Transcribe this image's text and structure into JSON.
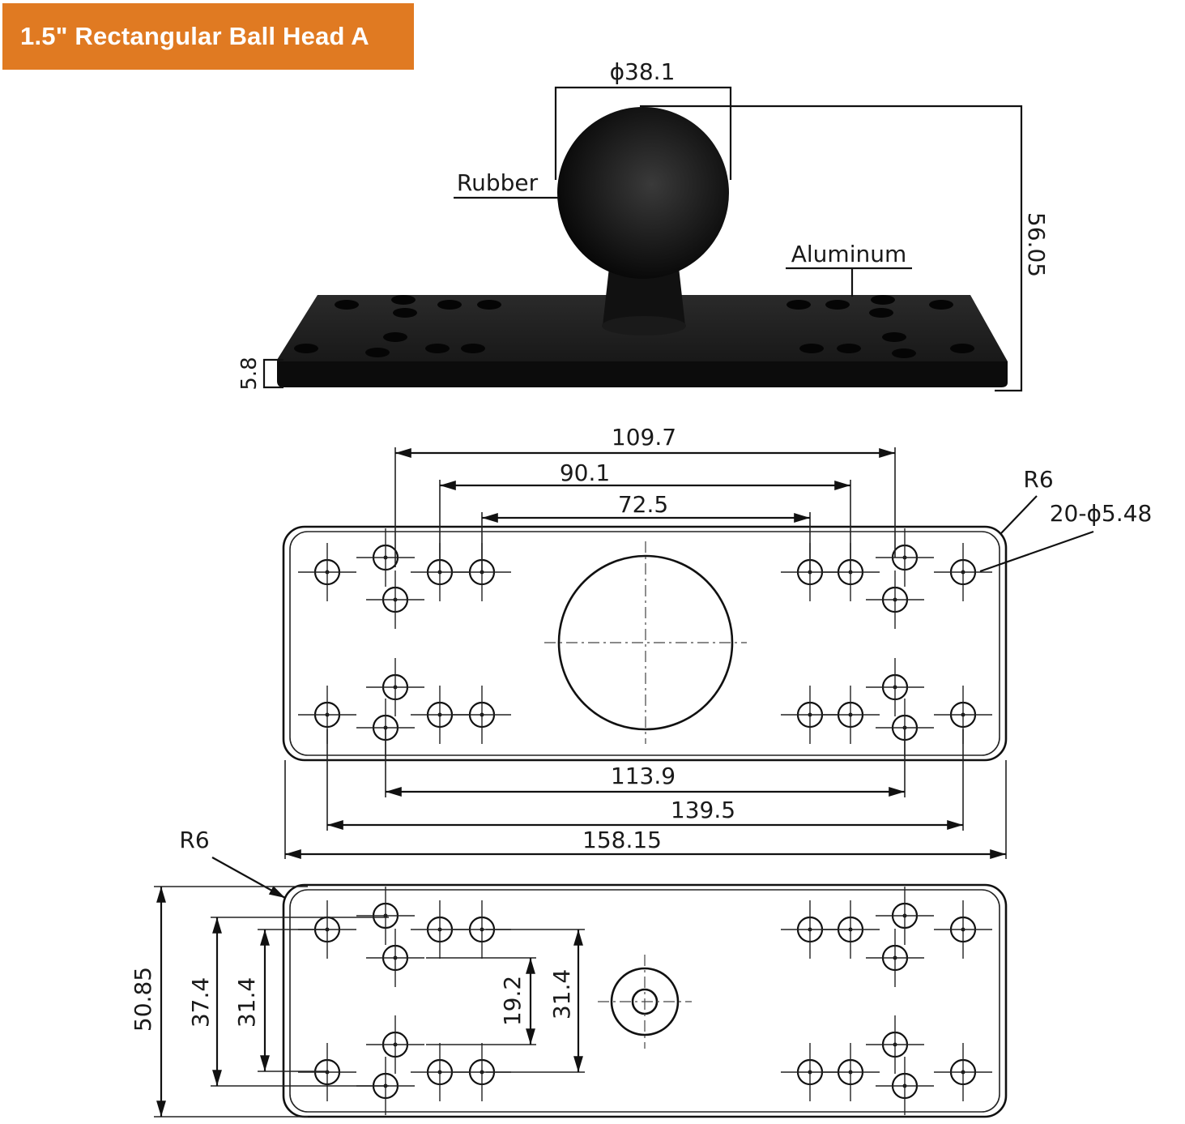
{
  "banner": {
    "title": "1.5\" Rectangular Ball Head A",
    "color": "#e07a22"
  },
  "photo": {
    "ball_diameter": "ϕ38.1",
    "height": "56.05",
    "thickness": "5.8",
    "material_ball": "Rubber",
    "material_plate": "Aluminum"
  },
  "top_view": {
    "dim_109_7": "109.7",
    "dim_90_1": "90.1",
    "dim_72_5": "72.5",
    "corner_radius": "R6",
    "holes_spec": "20-ϕ5.48",
    "dim_113_9": "113.9",
    "dim_139_5": "139.5",
    "dim_158_15": "158.15"
  },
  "bottom_view": {
    "corner_radius": "R6",
    "dim_50_85": "50.85",
    "dim_37_4": "37.4",
    "dim_31_4_left": "31.4",
    "dim_19_2": "19.2",
    "dim_31_4_right": "31.4"
  }
}
